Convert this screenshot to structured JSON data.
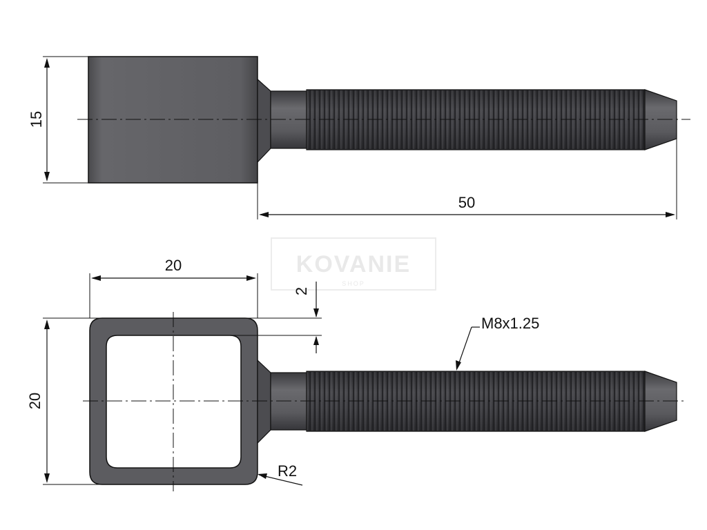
{
  "watermark": {
    "brand": "KOVANIE",
    "sub": "SHOP"
  },
  "dimensions": {
    "side_height": "15",
    "length": "50",
    "square_width": "20",
    "wall_thickness": "2",
    "square_height": "20",
    "thread": "M8x1.25",
    "radius": "R2"
  },
  "colors": {
    "body": "#5f5f62",
    "body_dark": "#3c3c3f",
    "thread": "#38383b",
    "line": "#111111"
  }
}
